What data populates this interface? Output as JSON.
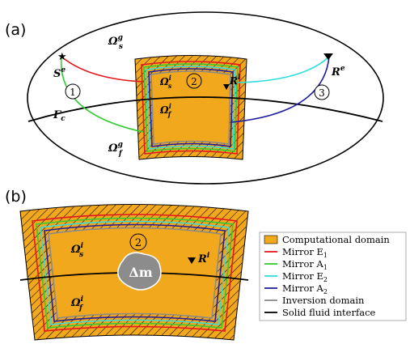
{
  "panel_a": {
    "label": "(a)",
    "omega_s_g": "Ω",
    "omega_s_g_sub": "s",
    "omega_s_g_sup": "g",
    "omega_f_g": "Ω",
    "omega_f_g_sub": "f",
    "omega_f_g_sup": "g",
    "source": "S",
    "source_sup": "e",
    "receiver": "R",
    "receiver_sup": "e",
    "interface": "Γ",
    "interface_sub": "c",
    "region1": "1",
    "region2": "2",
    "region3": "3",
    "omega_s_i": "Ω",
    "omega_s_i_sub": "s",
    "omega_s_i_sup": "i",
    "omega_f_i": "Ω",
    "omega_f_i_sub": "f",
    "omega_f_i_sup": "i",
    "r_i": "R",
    "r_i_sup": "i"
  },
  "panel_b": {
    "label": "(b)",
    "omega_s_i": "Ω",
    "omega_s_i_sub": "s",
    "omega_s_i_sup": "i",
    "omega_f_i": "Ω",
    "omega_f_i_sub": "f",
    "omega_f_i_sup": "i",
    "region2": "2",
    "r_i": "R",
    "r_i_sup": "i",
    "delta_m": "Δm"
  },
  "legend": [
    {
      "label": "Computational domain",
      "kind": "box",
      "color": "#f2a81d"
    },
    {
      "label": "Mirror E",
      "sub": "1",
      "kind": "line",
      "color": "#e31a1c"
    },
    {
      "label": "Mirror A",
      "sub": "1",
      "kind": "line",
      "color": "#33cc33"
    },
    {
      "label": "Mirror E",
      "sub": "2",
      "kind": "line",
      "color": "#33dddd"
    },
    {
      "label": "Mirror A",
      "sub": "2",
      "kind": "line",
      "color": "#1f1fa0"
    },
    {
      "label": "Inversion domain",
      "kind": "line",
      "color": "#8a8a8a"
    },
    {
      "label": "Solid fluid interface",
      "kind": "line",
      "color": "#000000"
    }
  ],
  "colors": {
    "domain": "#f2a81d",
    "mirror_e1": "#e31a1c",
    "mirror_a1": "#33cc33",
    "mirror_e2": "#33dddd",
    "mirror_a2": "#1f1fa0",
    "inversion": "#8a8a8a",
    "anomaly": "#8c8c8c"
  }
}
